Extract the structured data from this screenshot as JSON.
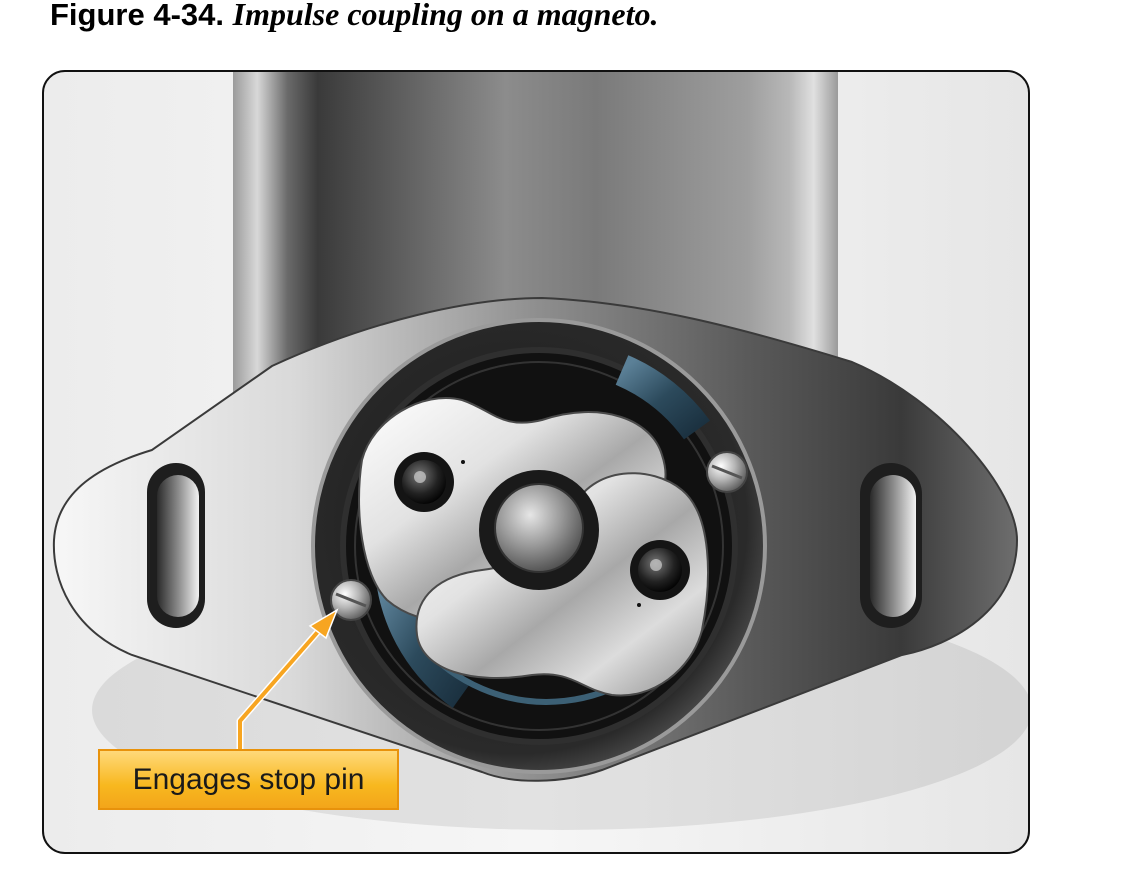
{
  "figure": {
    "number": "Figure 4-34.",
    "title": "Impulse coupling on a magneto."
  },
  "callouts": [
    {
      "label": "Engages stop pin"
    }
  ],
  "colors": {
    "callout_fill": "#f8b81f",
    "callout_border": "#e8920b",
    "leader_line": "#f7a521",
    "spring": "#2c4a5c"
  }
}
